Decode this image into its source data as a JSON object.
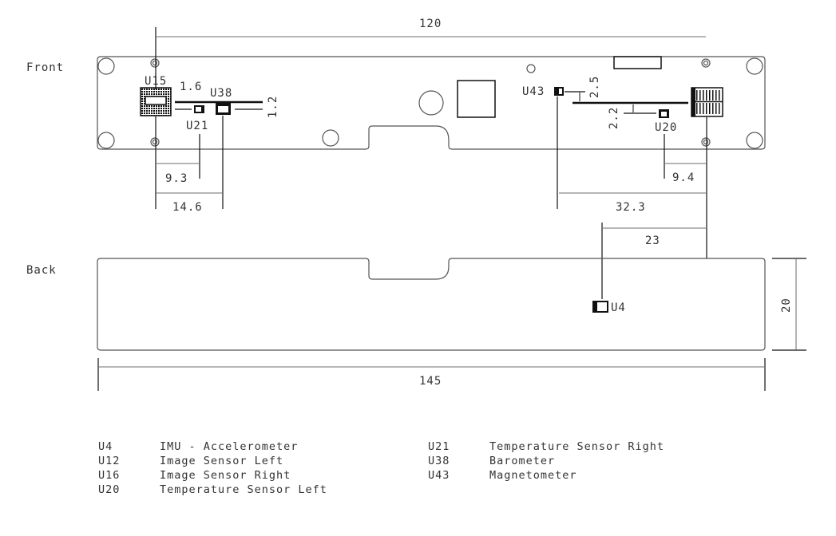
{
  "views": {
    "front_label": "Front",
    "back_label": "Back"
  },
  "components": {
    "u15": "U15",
    "u38": "U38",
    "u21": "U21",
    "u43": "U43",
    "u20": "U20",
    "u4": "U4"
  },
  "dimensions": {
    "overall_mount_span": "120",
    "overall_length": "145",
    "height": "20",
    "u15_offset": "1.6",
    "u38_offset": "1.2",
    "u43_offset": "2.5",
    "u20_offset": "2.2",
    "u21_from_u15": "9.3",
    "u38_from_u15": "14.6",
    "u20_from_right_sensor": "9.4",
    "u43_from_right_sensor": "32.3",
    "u4_from_right_sensor": "23"
  },
  "legend": {
    "left": [
      {
        "ref": "U4",
        "desc": "IMU - Accelerometer"
      },
      {
        "ref": "U12",
        "desc": "Image Sensor Left"
      },
      {
        "ref": "U16",
        "desc": "Image Sensor Right"
      },
      {
        "ref": "U20",
        "desc": "Temperature Sensor Left"
      }
    ],
    "right": [
      {
        "ref": "U21",
        "desc": "Temperature Sensor Right"
      },
      {
        "ref": "U38",
        "desc": "Barometer"
      },
      {
        "ref": "U43",
        "desc": "Magnetometer"
      }
    ]
  }
}
